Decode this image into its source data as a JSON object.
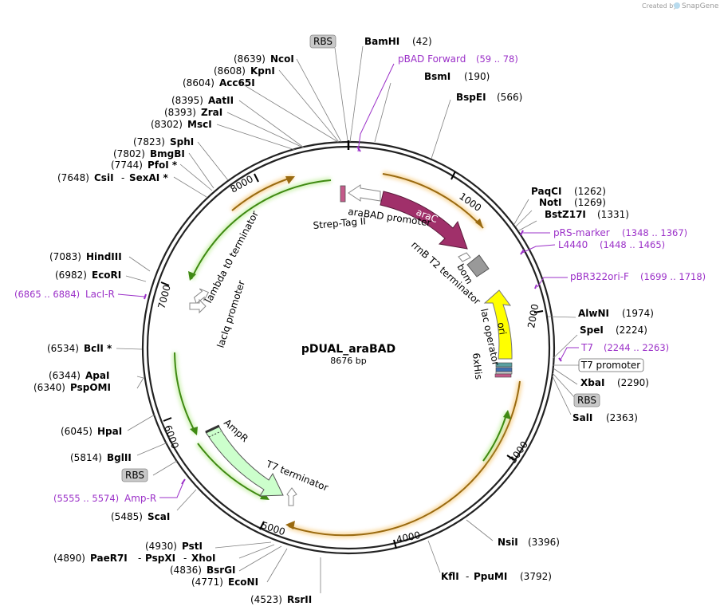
{
  "credit": {
    "prefix": "Created by",
    "brand": "SnapGene"
  },
  "plasmid": {
    "name": "pDUAL_araBAD",
    "length": "8676 bp"
  },
  "ticks": [
    "1000",
    "2000",
    "3000",
    "4000",
    "5000",
    "6000",
    "7000",
    "8000"
  ],
  "enzymes": {
    "bamhi": {
      "name": "BamHI",
      "pos": "(42)"
    },
    "bsmi": {
      "name": "BsmI",
      "pos": "(190)"
    },
    "bspei": {
      "name": "BspEI",
      "pos": "(566)"
    },
    "paqci": {
      "name": "PaqCI",
      "pos": "(1262)"
    },
    "noti": {
      "name": "NotI",
      "pos": "(1269)"
    },
    "bstz17i": {
      "name": "BstZ17I",
      "pos": "(1331)"
    },
    "alwni": {
      "name": "AlwNI",
      "pos": "(1974)"
    },
    "spei": {
      "name": "SpeI",
      "pos": "(2224)"
    },
    "xbai": {
      "name": "XbaI",
      "pos": "(2290)"
    },
    "sali": {
      "name": "SalI",
      "pos": "(2363)"
    },
    "nsii": {
      "name": "NsiI",
      "pos": "(3396)"
    },
    "kfli": {
      "name": "KflI",
      "sep": "-",
      "name2": "PpuMI",
      "pos": "(3792)"
    },
    "rsrii": {
      "name": "RsrII",
      "pos": "(4523)"
    },
    "econi": {
      "name": "EcoNI",
      "pos": "(4771)"
    },
    "bsrgi": {
      "name": "BsrGI",
      "pos": "(4836)"
    },
    "paer7i": {
      "pos": "(4890)",
      "name": "PaeR7I",
      "sep": "-",
      "name2": "PspXI",
      "sep2": "-",
      "name3": "XhoI"
    },
    "psti": {
      "pos": "(4930)",
      "name": "PstI"
    },
    "scai": {
      "pos": "(5485)",
      "name": "ScaI"
    },
    "bglii": {
      "pos": "(5814)",
      "name": "BglII"
    },
    "hpai": {
      "pos": "(6045)",
      "name": "HpaI"
    },
    "pspomi": {
      "pos": "(6340)",
      "name": "PspOMI"
    },
    "apai": {
      "pos": "(6344)",
      "name": "ApaI"
    },
    "bcli": {
      "pos": "(6534)",
      "name": "BclI *"
    },
    "ecori": {
      "pos": "(6982)",
      "name": "EcoRI"
    },
    "hindiii": {
      "pos": "(7083)",
      "name": "HindIII"
    },
    "csii": {
      "pos": "(7648)",
      "name": "CsiI",
      "sep": "-",
      "name2": "SexAI *"
    },
    "pfoi": {
      "pos": "(7744)",
      "name": "PfoI *"
    },
    "bmgbi": {
      "pos": "(7802)",
      "name": "BmgBI"
    },
    "sphi": {
      "pos": "(7823)",
      "name": "SphI"
    },
    "msci": {
      "pos": "(8302)",
      "name": "MscI"
    },
    "zrai": {
      "pos": "(8393)",
      "name": "ZraI"
    },
    "aatii": {
      "pos": "(8395)",
      "name": "AatII"
    },
    "acc65i": {
      "pos": "(8604)",
      "name": "Acc65I"
    },
    "kpni": {
      "pos": "(8608)",
      "name": "KpnI"
    },
    "ncoi": {
      "pos": "(8639)",
      "name": "NcoI"
    }
  },
  "primers": {
    "pbad_forward": {
      "name": "pBAD Forward",
      "range": "(59 .. 78)"
    },
    "prs_marker": {
      "name": "pRS-marker",
      "range": "(1348 .. 1367)"
    },
    "l4440": {
      "name": "L4440",
      "range": "(1448 .. 1465)"
    },
    "pbr322ori_f": {
      "name": "pBR322ori-F",
      "range": "(1699 .. 1718)"
    },
    "t7": {
      "name": "T7",
      "range": "(2244 .. 2263)"
    },
    "laci_r": {
      "range": "(6865 .. 6884)",
      "name": "LacI-R"
    },
    "amp_r": {
      "range": "(5555 .. 5574)",
      "name": "Amp-R"
    }
  },
  "boxed": {
    "rbs_top": "RBS",
    "t7_promoter": "T7 promoter",
    "rbs_right": "RBS",
    "rbs_left": "RBS"
  },
  "features": {
    "arac": "araC",
    "ori": "ori",
    "ampr": "AmpR",
    "strep_tag": "Strep-Tag II",
    "arabad_promoter": "araBAD promoter",
    "rrnb": "rrnB T2 terminator",
    "bom": "bom",
    "lac_operator": "lac operator",
    "sixhis": "6xHis",
    "lambda": "lambda t0 terminator",
    "laciq": "lacIq promoter",
    "t7_terminator": "T7 terminator"
  },
  "colors": {
    "arac": "#a0306a",
    "ori": "#ffff00",
    "ampr": "#ccffcc",
    "primer": "#9b30c8",
    "orf_orange": "#b8860b",
    "orf_green": "#4a9a1a"
  }
}
